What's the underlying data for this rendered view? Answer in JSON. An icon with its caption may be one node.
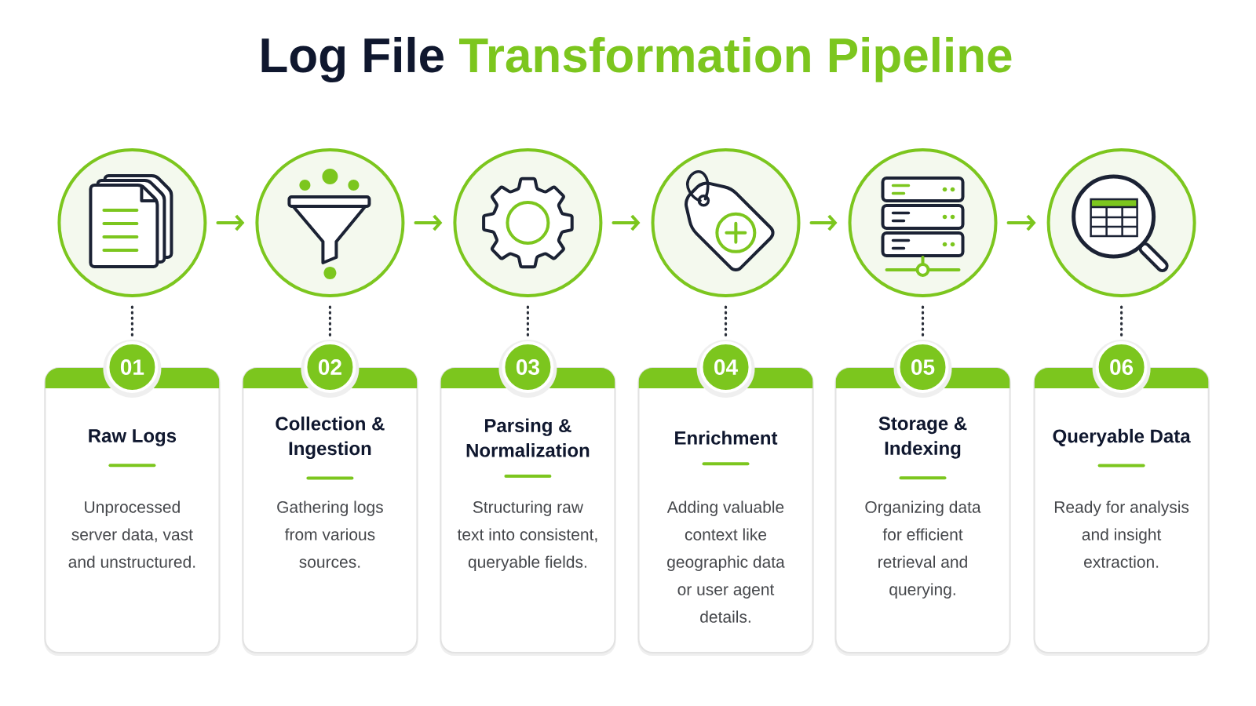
{
  "diagram": {
    "title": "Log File Transformation Pipeline",
    "nodes": [
      {
        "text": [],
        "shape": "circle"
      },
      {
        "text": [],
        "shape": "circle"
      },
      {
        "text": [],
        "shape": "circle"
      },
      {
        "text": [],
        "shape": "circle"
      },
      {
        "text": [],
        "shape": "circle"
      },
      {
        "text": [],
        "shape": "circle"
      },
      {
        "text": [
          "01"
        ]
      },
      {
        "text": [
          "02"
        ]
      },
      {
        "text": [
          "03"
        ]
      },
      {
        "text": [
          "04"
        ]
      },
      {
        "text": [
          "05"
        ]
      },
      {
        "text": [
          "06"
        ]
      },
      {
        "text": [
          "Raw Logs",
          "Unprocessed server data, vast and unstructured."
        ]
      },
      {
        "text": [
          "Collection & Ingestion",
          "Gathering logs from various sources."
        ]
      },
      {
        "text": [
          "Parsing & Normalization",
          "Structuring raw text into consistent, queryable fields."
        ]
      },
      {
        "text": [
          "Enrichment",
          "Adding valuable context like geographic data or user agent details."
        ]
      },
      {
        "text": [
          "Storage & Indexing",
          "Organizing data for efficient retrieval and querying."
        ]
      },
      {
        "text": [
          "Queryable Data",
          "Ready for analysis and insight extraction."
        ]
      }
    ],
    "edges": [
      {
        "from": 0,
        "to": 1,
        "arrow": "to",
        "color": "#7cc61e"
      },
      {
        "from": 1,
        "to": 2,
        "arrow": "to",
        "color": "#7cc61e"
      },
      {
        "from": 2,
        "to": 3,
        "arrow": "to",
        "color": "#7cc61e"
      },
      {
        "from": 3,
        "to": 4,
        "arrow": "to",
        "color": "#7cc61e"
      },
      {
        "from": 4,
        "to": 5,
        "arrow": "to",
        "color": "#7cc61e"
      },
      {
        "from": 0,
        "to": 6,
        "arrow": "none",
        "style": "dashed"
      },
      {
        "from": 1,
        "to": 7,
        "arrow": "none",
        "style": "dashed"
      },
      {
        "from": 2,
        "to": 8,
        "arrow": "none",
        "style": "dashed"
      },
      {
        "from": 3,
        "to": 9,
        "arrow": "none",
        "style": "dashed"
      },
      {
        "from": 4,
        "to": 10,
        "arrow": "none",
        "style": "dashed"
      },
      {
        "from": 5,
        "to": 11,
        "arrow": "none",
        "style": "dashed"
      }
    ]
  }
}
